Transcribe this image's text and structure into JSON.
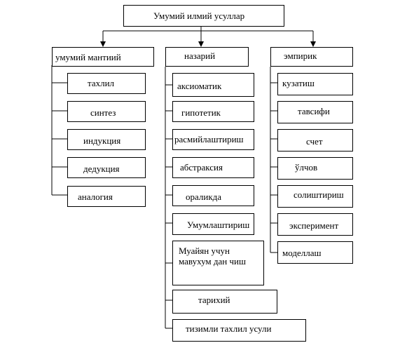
{
  "diagram": {
    "root": {
      "label": "Умумий илмий усуллар"
    },
    "groups": [
      {
        "label": "умумий мантиий",
        "children": [
          "тахлил",
          "синтез",
          "индукция",
          "дедукция",
          "аналогия"
        ]
      },
      {
        "label": "назарий",
        "children": [
          "аксиоматик",
          "гипотетик",
          "расмийлаштириш",
          "абстраксия",
          "ораликда",
          "Умумлаштириш",
          "Муайян учун мавухум дан чиш",
          "тарихий",
          "тизимли тахлил усули"
        ]
      },
      {
        "label": "эмпирик",
        "children": [
          "кузатиш",
          "тавсифи",
          "счет",
          "ўлчов",
          "солиштириш",
          "эксперимент",
          "моделлаш"
        ]
      }
    ]
  }
}
